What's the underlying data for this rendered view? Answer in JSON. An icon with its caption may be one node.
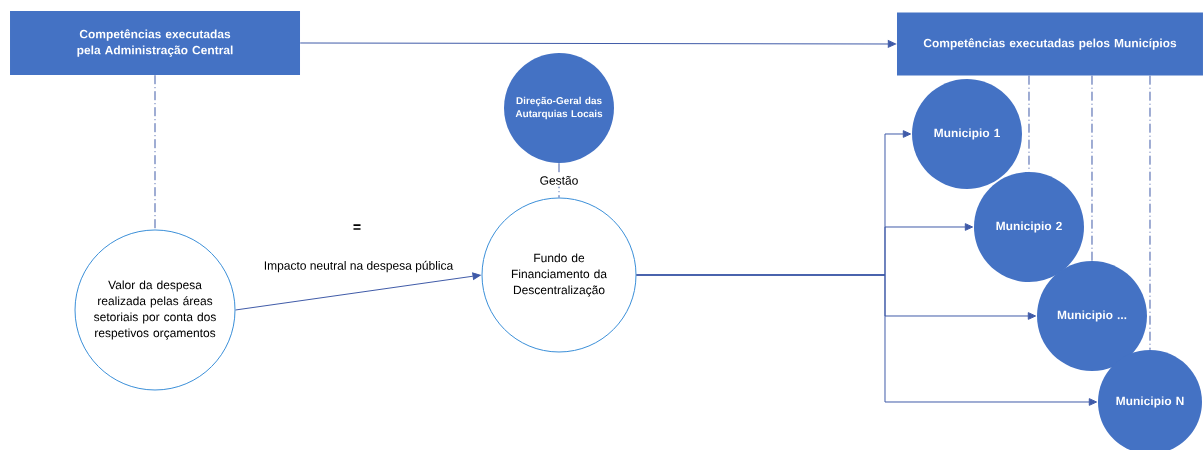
{
  "diagram": {
    "nodes": [
      {
        "text": [
          "Competências executadas pela Administração Central"
        ]
      },
      {
        "text": [
          "Competências executadas pelos Municípios"
        ]
      },
      {
        "text": [
          "Direção-Geral das Autarquias Locais"
        ]
      },
      {
        "text": [
          "Valor da despesa realizada pelas áreas setoriais por conta dos respetivos orçamentos"
        ]
      },
      {
        "text": [
          "Fundo de Financiamento da Descentralização"
        ]
      },
      {
        "text": [
          "Municipio 1"
        ]
      },
      {
        "text": [
          "Municipio 2"
        ]
      },
      {
        "text": [
          "Municipio ..."
        ]
      },
      {
        "text": [
          "Municipio N"
        ]
      }
    ],
    "edges": [
      {
        "from": 0,
        "to": 1,
        "arrow": "to"
      },
      {
        "from": 0,
        "to": 3,
        "arrow": "none",
        "style": "dashed"
      },
      {
        "from": 2,
        "to": 4,
        "arrow": "none",
        "style": "dashed",
        "label": "Gestão"
      },
      {
        "from": 3,
        "to": 4,
        "arrow": "to",
        "label": "Impacto neutral na despesa pública"
      },
      {
        "from": 4,
        "to": 5,
        "arrow": "to"
      },
      {
        "from": 4,
        "to": 6,
        "arrow": "to"
      },
      {
        "from": 4,
        "to": 7,
        "arrow": "to"
      },
      {
        "from": 4,
        "to": 8,
        "arrow": "to"
      },
      {
        "from": 1,
        "to": 6,
        "arrow": "none",
        "style": "dashed"
      },
      {
        "from": 1,
        "to": 7,
        "arrow": "none",
        "style": "dashed"
      },
      {
        "from": 1,
        "to": 8,
        "arrow": "none",
        "style": "dashed"
      }
    ],
    "labels": [
      "="
    ]
  }
}
